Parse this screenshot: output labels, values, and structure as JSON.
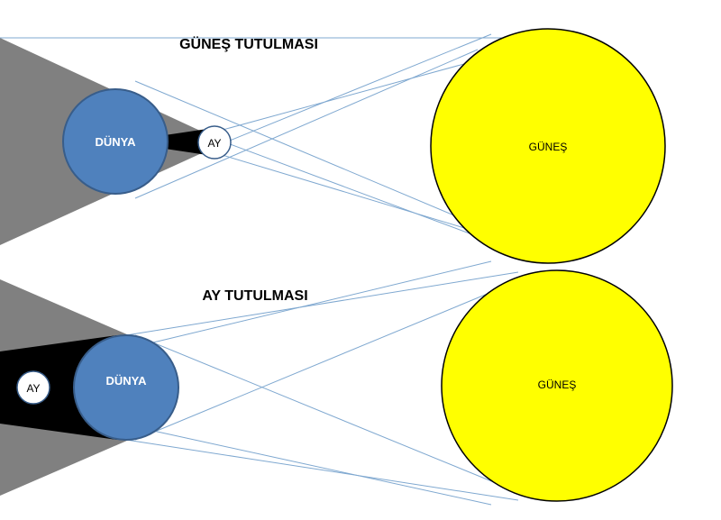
{
  "solar_eclipse": {
    "title": "GÜNEŞ TUTULMASI",
    "earth_label": "DÜNYA",
    "moon_label": "AY",
    "sun_label": "GÜNEŞ"
  },
  "lunar_eclipse": {
    "title": "AY TUTULMASI",
    "earth_label": "DÜNYA",
    "moon_label": "AY",
    "sun_label": "GÜNEŞ"
  },
  "colors": {
    "penumbra": "#808080",
    "umbra": "#000000",
    "earth": "#4f81bd",
    "earth_stroke": "#385d8a",
    "sun": "#ffff00",
    "sun_stroke": "#000000",
    "ray": "#7fa8d0",
    "moon": "#ffffff"
  }
}
